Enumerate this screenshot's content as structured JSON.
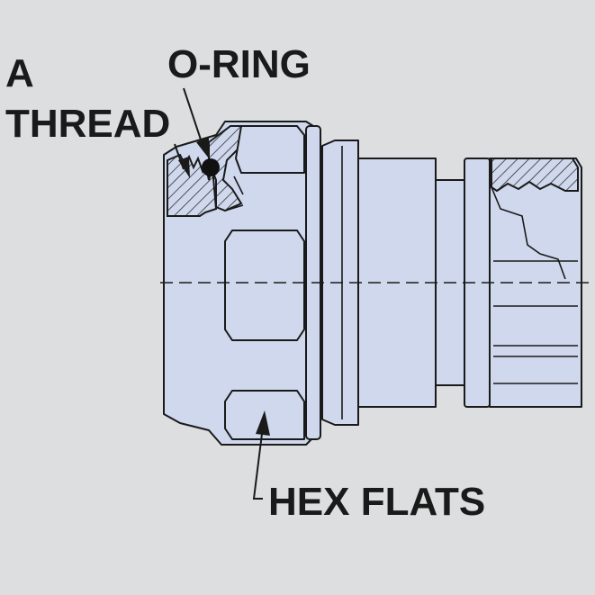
{
  "labels": {
    "a": "A",
    "thread": "THREAD",
    "oring": "O-RING",
    "hex_flats": "HEX FLATS"
  },
  "colors": {
    "background": "#dcdee0",
    "part_fill": "#cfd8ec",
    "outline": "#1a1a1a"
  }
}
